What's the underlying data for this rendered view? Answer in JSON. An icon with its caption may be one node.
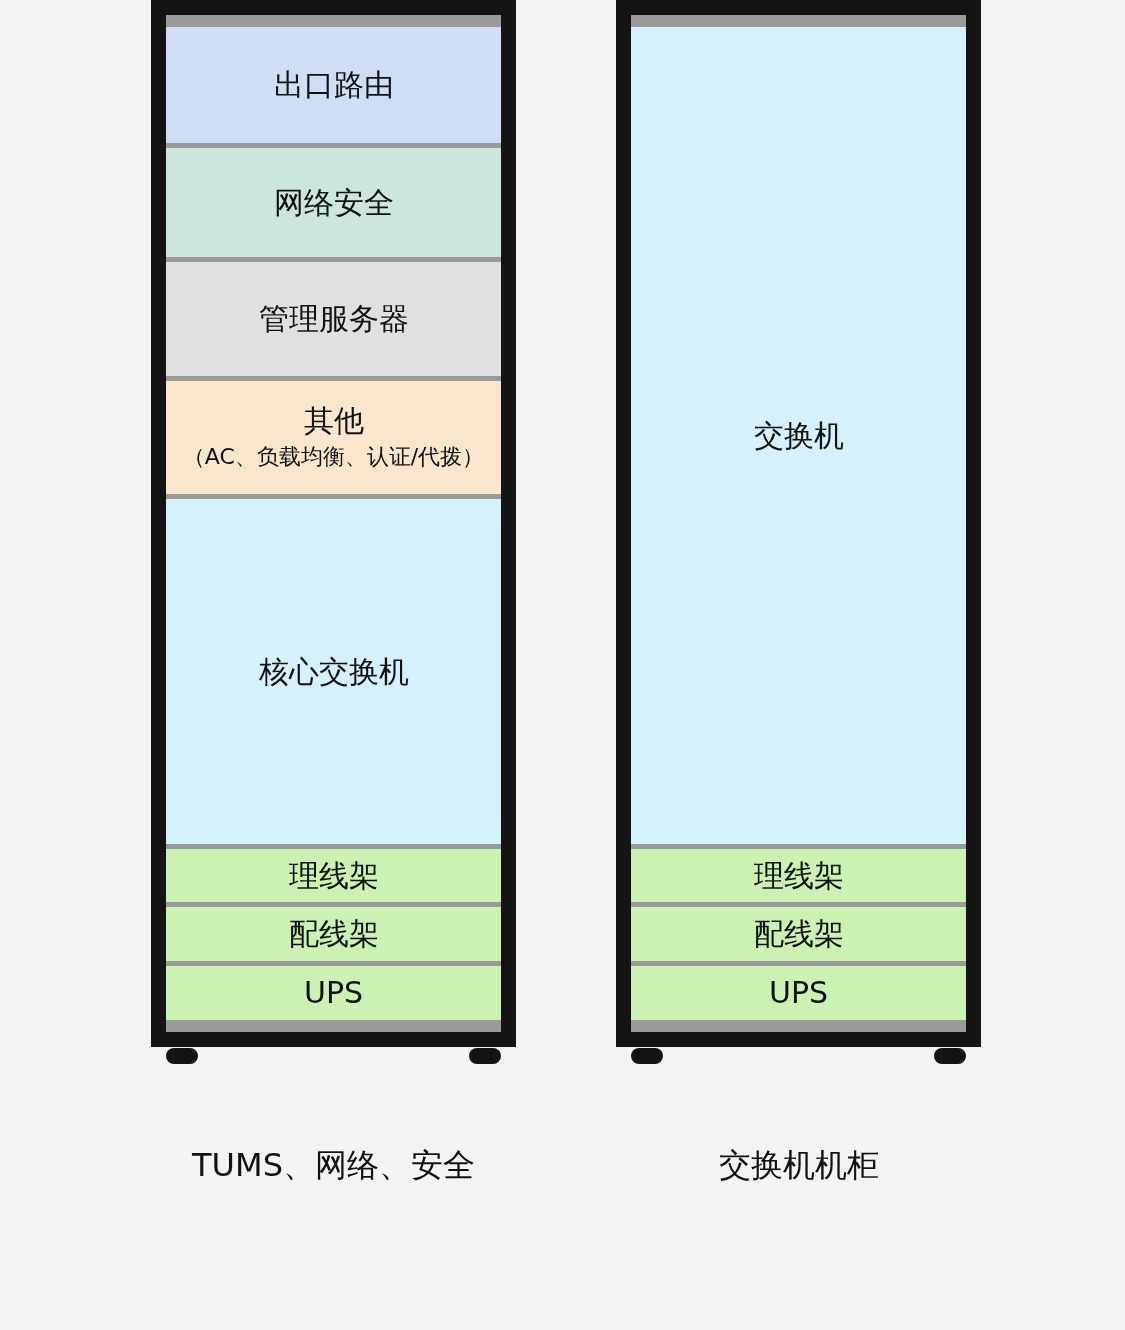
{
  "diagram": {
    "nodes": [
      {
        "text": [
          "TUMS、网络、安全"
        ]
      },
      {
        "text": [
          "出口路由"
        ],
        "in": 0
      },
      {
        "text": [
          "网络安全"
        ],
        "in": 0
      },
      {
        "text": [
          "管理服务器"
        ],
        "in": 0
      },
      {
        "text": [
          "其他",
          "（AC、负载均衡、认证/代拨）"
        ],
        "in": 0
      },
      {
        "text": [
          "核心交换机"
        ],
        "in": 0
      },
      {
        "text": [
          "理线架"
        ],
        "in": 0
      },
      {
        "text": [
          "配线架"
        ],
        "in": 0
      },
      {
        "text": [
          "UPS"
        ],
        "in": 0
      },
      {
        "text": [
          "交换机机柜"
        ]
      },
      {
        "text": [
          "交换机"
        ],
        "in": 9
      },
      {
        "text": [
          "理线架"
        ],
        "in": 9
      },
      {
        "text": [
          "配线架"
        ],
        "in": 9
      },
      {
        "text": [
          "UPS"
        ],
        "in": 9
      }
    ]
  }
}
